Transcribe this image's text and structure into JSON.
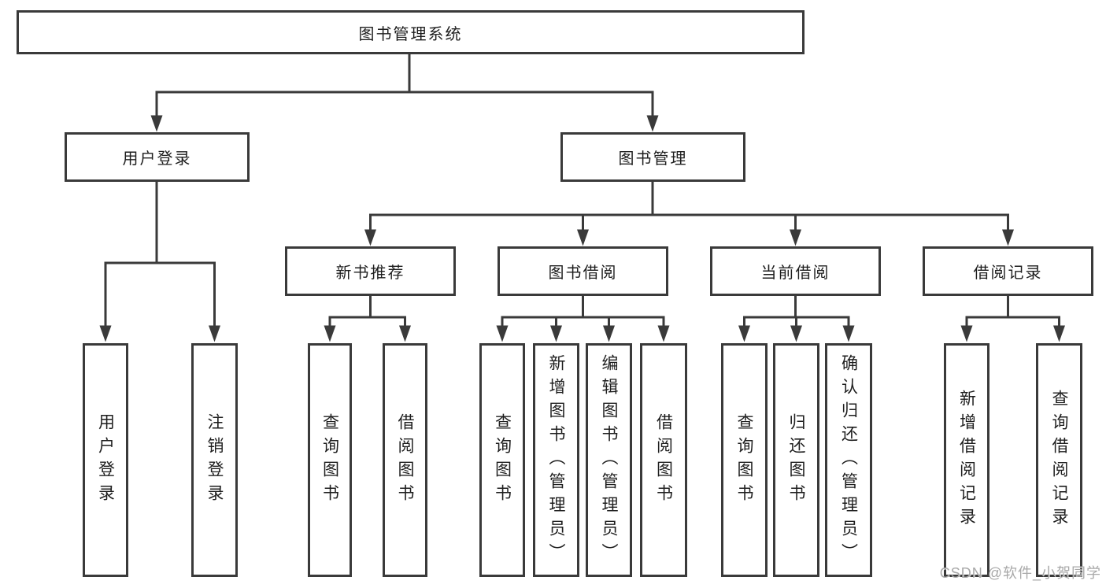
{
  "tree": {
    "root": {
      "label": "图书管理系统"
    },
    "branches": [
      {
        "label": "用户登录",
        "children": [
          {
            "label": "用户登录"
          },
          {
            "label": "注销登录"
          }
        ]
      },
      {
        "label": "图书管理",
        "children": [
          {
            "label": "新书推荐",
            "children": [
              {
                "label": "查询图书"
              },
              {
                "label": "借阅图书"
              }
            ]
          },
          {
            "label": "图书借阅",
            "children": [
              {
                "label": "查询图书"
              },
              {
                "label": "新增图书（管理员）"
              },
              {
                "label": "编辑图书（管理员）"
              },
              {
                "label": "借阅图书"
              }
            ]
          },
          {
            "label": "当前借阅",
            "children": [
              {
                "label": "查询图书"
              },
              {
                "label": "归还图书"
              },
              {
                "label": "确认归还（管理员）"
              }
            ]
          },
          {
            "label": "借阅记录",
            "children": [
              {
                "label": "新增借阅记录"
              },
              {
                "label": "查询借阅记录"
              }
            ]
          }
        ]
      }
    ]
  },
  "watermark": {
    "text": "CSDN @软件_小贺同学"
  },
  "colors": {
    "line": "#3a3a3a",
    "box_border": "#3a3a3a",
    "text": "#1e1e1e",
    "watermark": "#a8a8a8",
    "background": "#ffffff"
  }
}
